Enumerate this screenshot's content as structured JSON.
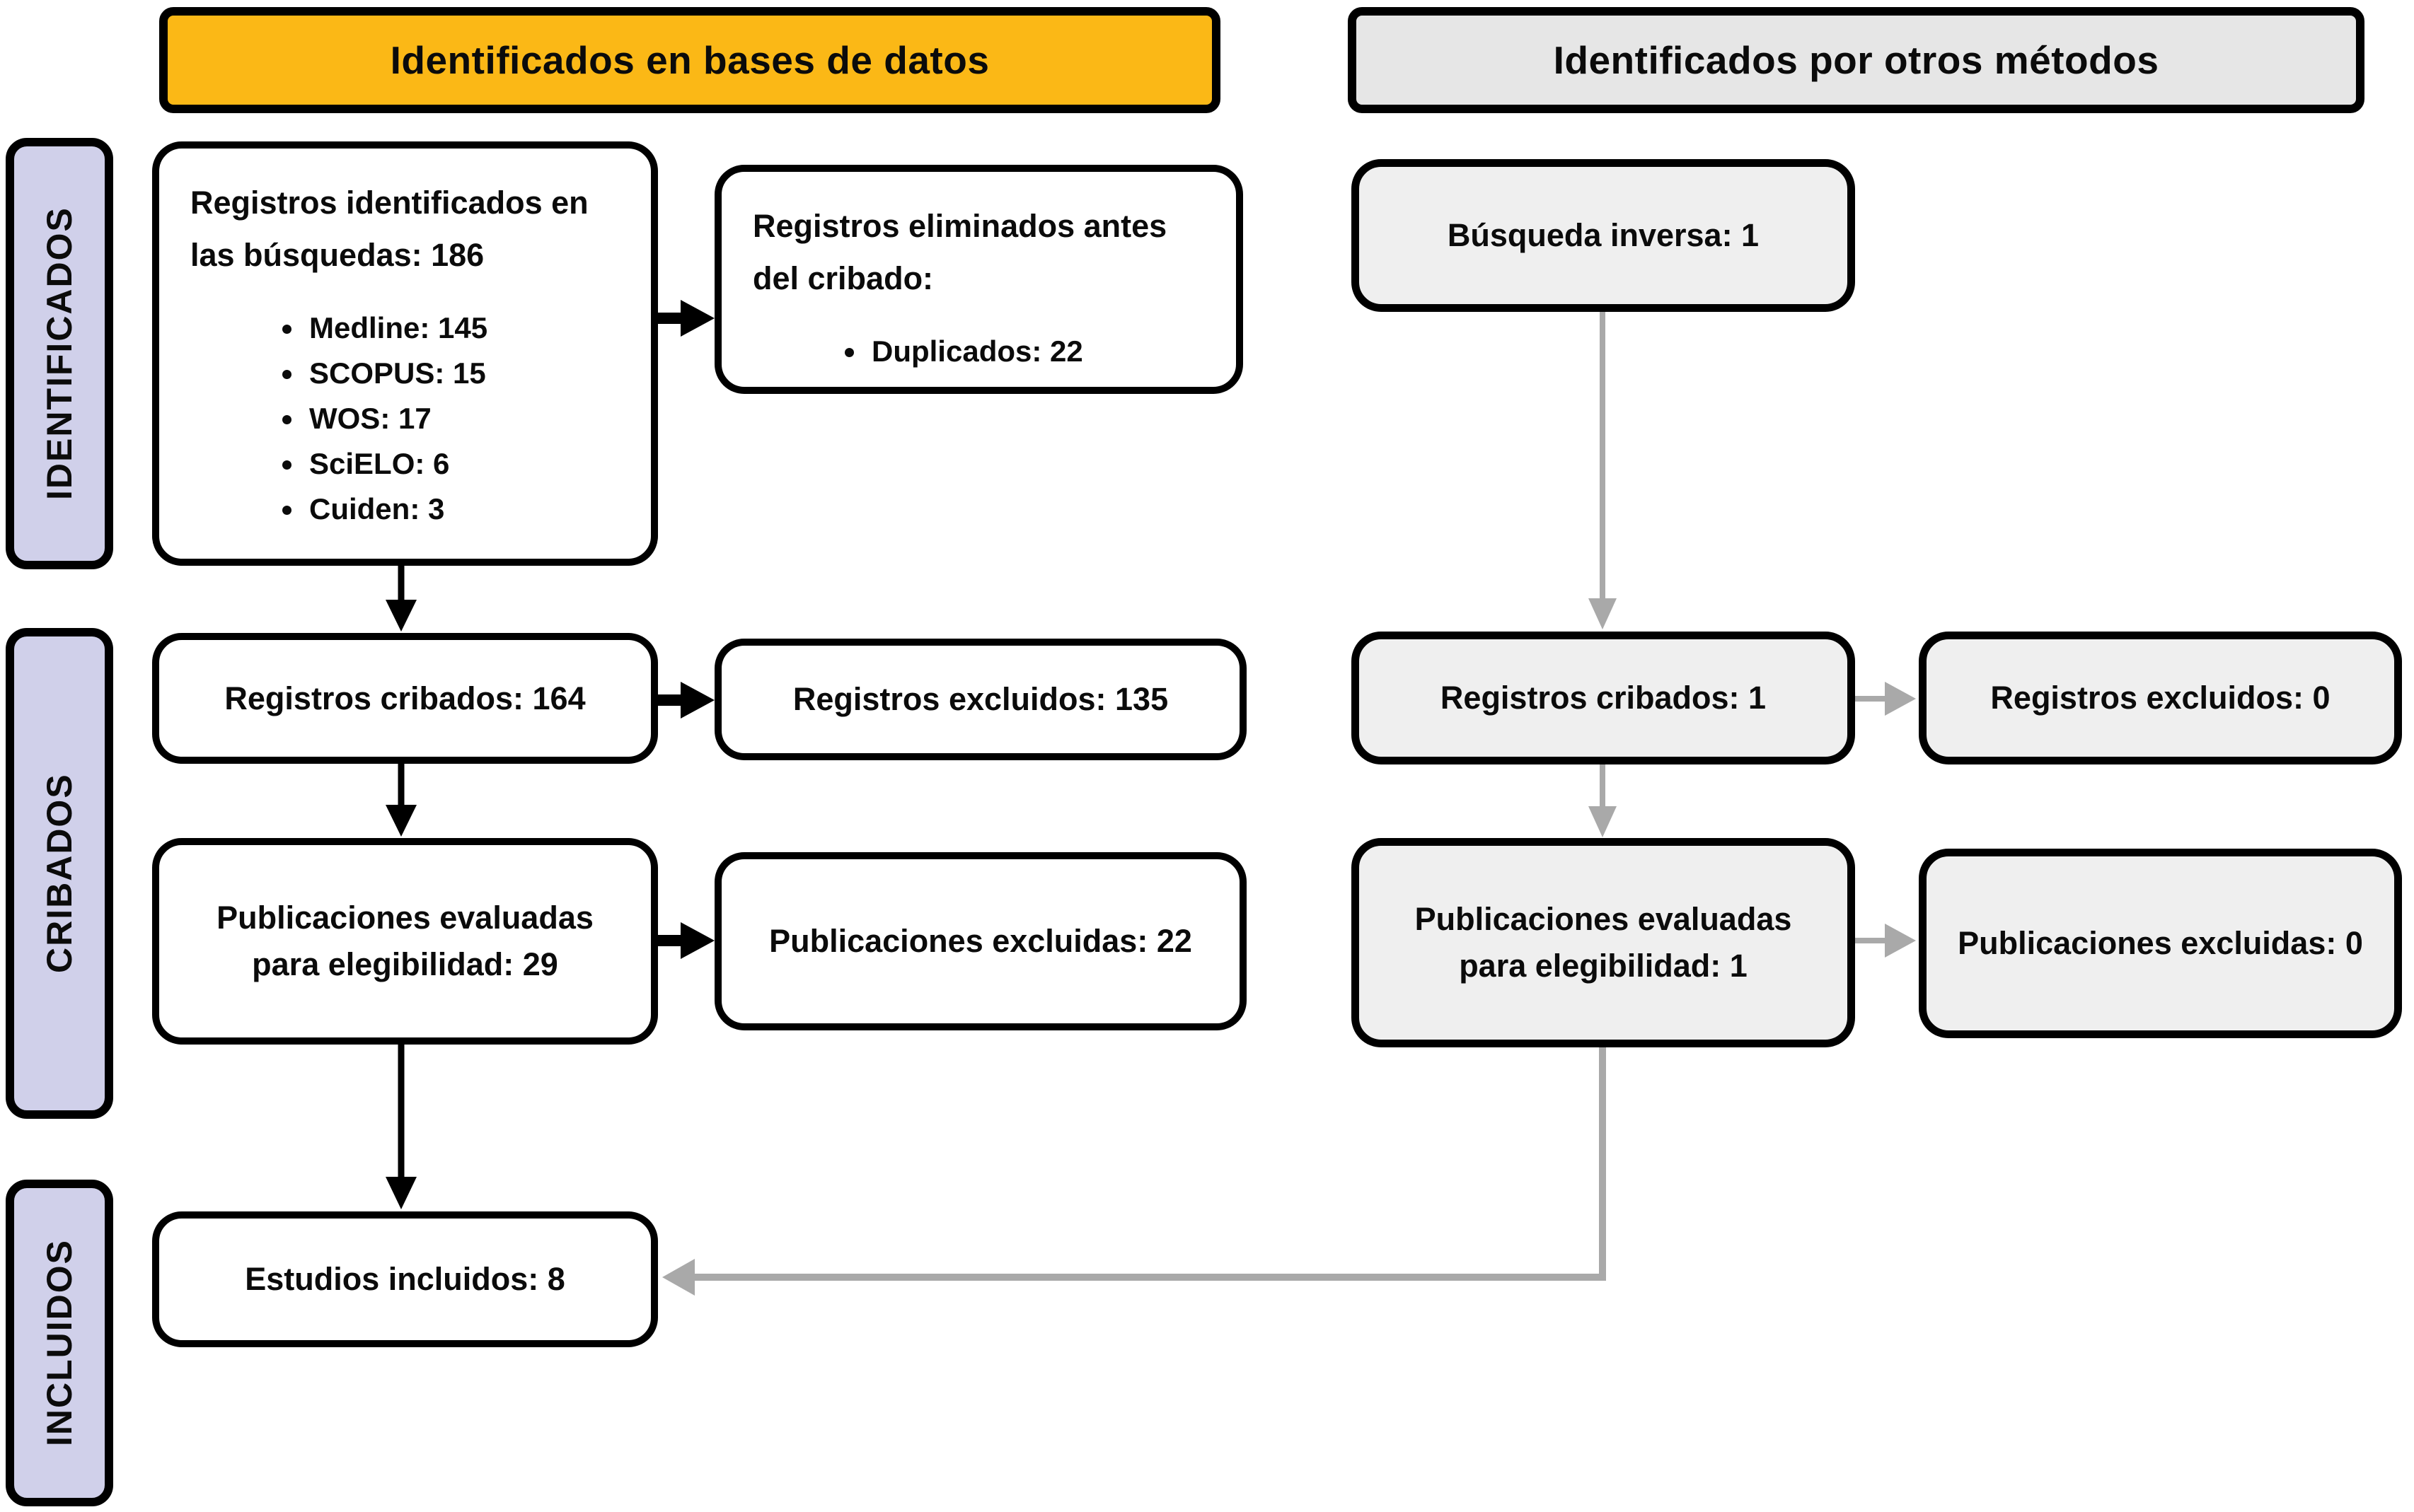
{
  "diagram": {
    "headers": {
      "databases": "Identificados en bases de datos",
      "other_methods": "Identificados por otros métodos"
    },
    "stages": {
      "identified": "IDENTIFICADOS",
      "screened": "CRIBADOS",
      "included": "INCLUIDOS"
    },
    "database_flow": {
      "identified_title_line1": "Registros identificados en",
      "identified_title_line2": "las búsquedas: 186",
      "identified_sources": [
        "Medline: 145",
        "SCOPUS: 15",
        "WOS: 17",
        "SciELO: 6",
        "Cuiden: 3"
      ],
      "removed_title_line1": "Registros eliminados antes",
      "removed_title_line2": "del cribado:",
      "removed_items": [
        "Duplicados: 22"
      ],
      "screened": "Registros cribados: 164",
      "records_excluded": "Registros excluidos: 135",
      "assessed_line1": "Publicaciones evaluadas",
      "assessed_line2": "para elegibilidad: 29",
      "publications_excluded": "Publicaciones excluidas: 22",
      "included": "Estudios incluidos: 8"
    },
    "other_methods_flow": {
      "reverse_search": "Búsqueda inversa: 1",
      "screened": "Registros cribados: 1",
      "records_excluded": "Registros excluidos: 0",
      "assessed_line1": "Publicaciones evaluadas",
      "assessed_line2": "para elegibilidad: 1",
      "publications_excluded": "Publicaciones excluidas: 0"
    },
    "colors": {
      "header_yellow": "#FBB816",
      "header_gray": "#E6E6E6",
      "stage_lavender": "#D0D0EA",
      "node_white": "#FFFFFF",
      "node_gray": "#EFEFEF",
      "arrow_black": "#000000",
      "arrow_gray": "#A9A9A9",
      "border": "#000000"
    }
  }
}
